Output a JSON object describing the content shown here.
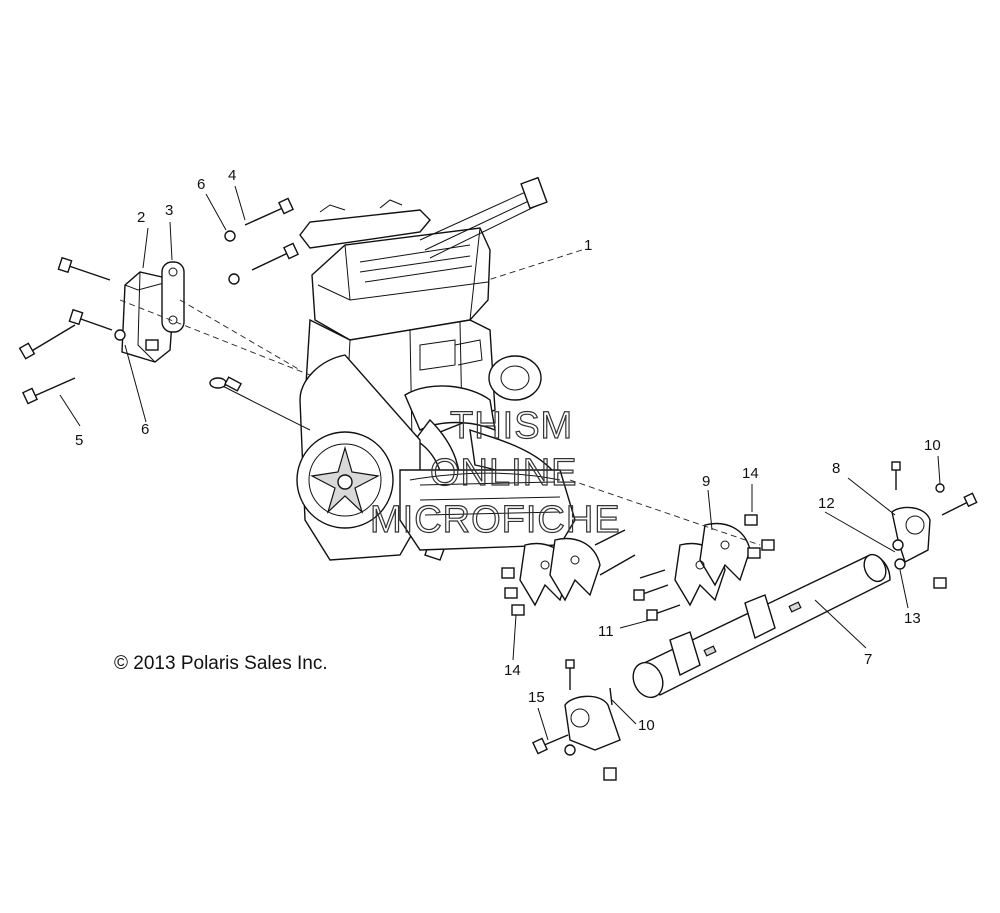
{
  "copyright": "© 2013 Polaris Sales Inc.",
  "watermark": [
    "THISM",
    "ONLINE",
    "MICROFICHE"
  ],
  "callouts": [
    {
      "id": "c1",
      "text": "1"
    },
    {
      "id": "c2",
      "text": "2"
    },
    {
      "id": "c3",
      "text": "3"
    },
    {
      "id": "c4",
      "text": "4"
    },
    {
      "id": "c5",
      "text": "5"
    },
    {
      "id": "c6a",
      "text": "6"
    },
    {
      "id": "c6b",
      "text": "6"
    },
    {
      "id": "c7",
      "text": "7"
    },
    {
      "id": "c8",
      "text": "8"
    },
    {
      "id": "c9",
      "text": "9"
    },
    {
      "id": "c10a",
      "text": "10"
    },
    {
      "id": "c10b",
      "text": "10"
    },
    {
      "id": "c11",
      "text": "11"
    },
    {
      "id": "c12",
      "text": "12"
    },
    {
      "id": "c13",
      "text": "13"
    },
    {
      "id": "c14a",
      "text": "14"
    },
    {
      "id": "c14b",
      "text": "14"
    },
    {
      "id": "c15",
      "text": "15"
    }
  ]
}
